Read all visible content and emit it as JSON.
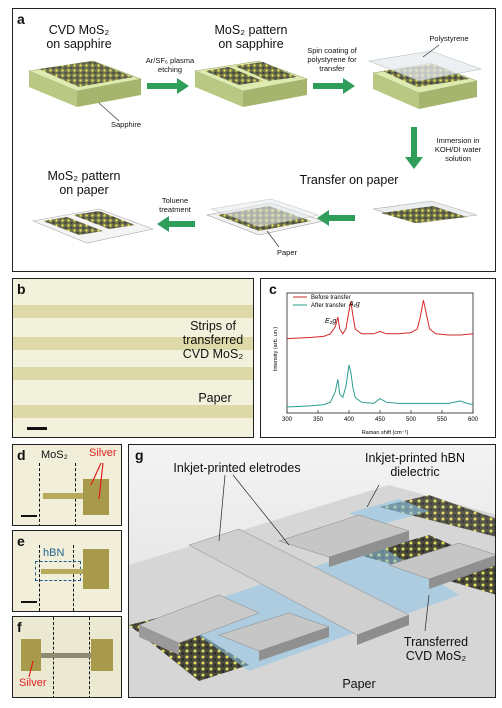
{
  "panel_a": {
    "letter": "a",
    "step1_title_line1": "CVD MoS₂",
    "step1_title_line2": "on sapphire",
    "arrow1_line1": "Ar/SF₆ plasma",
    "arrow1_line2": "etching",
    "step2_title_line1": "MoS₂ pattern",
    "step2_title_line2": "on sapphire",
    "arrow2_line1": "Spin coating of",
    "arrow2_line2": "polystyrene for",
    "arrow2_line3": "transfer",
    "polystyrene_label": "Polystyrene",
    "sapphire_label": "Sapphire",
    "arrow3_line1": "Immersion in",
    "arrow3_line2": "KOH/DI water",
    "arrow3_line3": "solution",
    "transfer_title": "Transfer on paper",
    "final_title_line1": "MoS₂ pattern",
    "final_title_line2": "on paper",
    "arrow4_line1": "Toluene",
    "arrow4_line2": "treatment",
    "paper_label": "Paper",
    "arrow_color": "#2e9e5a"
  },
  "panel_b": {
    "letter": "b",
    "label_line1": "Strips of",
    "label_line2": "transferred",
    "label_line3": "CVD MoS₂",
    "paper_label": "Paper"
  },
  "panel_c": {
    "letter": "c",
    "legend_before": "Before transfer",
    "legend_after": "After transfer",
    "peak_e": "E₂g",
    "peak_a": "A₁g",
    "ylabel": "Intensity (arb. un.)",
    "xlabel": "Raman shift (cm⁻¹)",
    "before_color": "#d62728",
    "after_color": "#2a9d8f"
  },
  "chart_data": {
    "type": "line",
    "title": "",
    "xlabel": "Raman shift (cm⁻¹)",
    "ylabel": "Intensity (arb. un.)",
    "xlim": [
      300,
      600
    ],
    "xticks": [
      300,
      350,
      400,
      450,
      500,
      550,
      600
    ],
    "legend_position": "top-left",
    "grid": false,
    "series": [
      {
        "name": "Before transfer",
        "x": [
          300,
          340,
          360,
          370,
          378,
          382,
          385,
          390,
          395,
          400,
          403,
          406,
          410,
          420,
          440,
          450,
          460,
          480,
          500,
          510,
          515,
          520,
          525,
          530,
          540,
          560,
          580,
          600
        ],
        "y": [
          0.62,
          0.63,
          0.64,
          0.66,
          0.72,
          0.8,
          0.7,
          0.66,
          0.7,
          0.85,
          0.93,
          0.82,
          0.7,
          0.66,
          0.66,
          0.68,
          0.66,
          0.66,
          0.67,
          0.7,
          0.8,
          0.94,
          0.82,
          0.7,
          0.66,
          0.65,
          0.65,
          0.66
        ]
      },
      {
        "name": "After transfer",
        "x": [
          300,
          340,
          360,
          370,
          378,
          382,
          385,
          390,
          395,
          400,
          403,
          406,
          410,
          420,
          440,
          450,
          460,
          480,
          500,
          520,
          540,
          560,
          580,
          590,
          600
        ],
        "y": [
          0.05,
          0.06,
          0.07,
          0.09,
          0.18,
          0.28,
          0.16,
          0.13,
          0.22,
          0.4,
          0.34,
          0.22,
          0.13,
          0.09,
          0.08,
          0.12,
          0.09,
          0.08,
          0.08,
          0.08,
          0.08,
          0.08,
          0.1,
          0.08,
          0.07
        ]
      }
    ]
  },
  "panel_d": {
    "letter": "d",
    "mos2_label": "MoS₂",
    "silver_label": "Silver"
  },
  "panel_e": {
    "letter": "e",
    "hbn_label": "hBN"
  },
  "panel_f": {
    "letter": "f",
    "silver_label": "Silver"
  },
  "panel_g": {
    "letter": "g",
    "electrodes_label": "Inkjet-printed eletrodes",
    "hbn_line1": "Inkjet-printed hBN",
    "hbn_line2": "dielectric",
    "mos2_line1": "Transferred",
    "mos2_line2": "CVD MoS₂",
    "paper_label": "Paper"
  }
}
